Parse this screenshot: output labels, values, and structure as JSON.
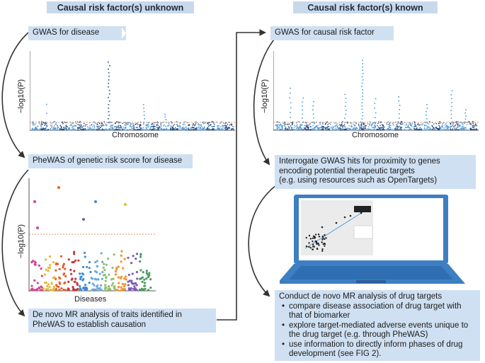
{
  "headers": {
    "left": "Causal risk factor(s) unknown",
    "right": "Causal risk factor(s) known"
  },
  "left": {
    "gwas_box": "GWAS for disease",
    "manhattan_xlabel": "Chromosome",
    "manhattan_ylabel": "−log10(P)",
    "phewas_box": "PheWAS of genetic risk score for disease",
    "phewas_xlabel": "Diseases",
    "phewas_ylabel": "−log10(P)",
    "mr_box_line1": "De novo MR analysis of traits identified in",
    "mr_box_line2": "PheWAS to establish causation"
  },
  "right": {
    "gwas_box": "GWAS for causal risk factor",
    "manhattan_xlabel": "Chromosome",
    "manhattan_ylabel": "−log10(P)",
    "interrogate_line1": "Interrogate GWAS hits for proximity to genes",
    "interrogate_line2": "encoding potential therapeutic targets",
    "interrogate_line3": "(e.g. using resources such as OpenTargets)",
    "conduct_title": "Conduct de novo MR analysis of drug targets",
    "bullets": [
      "compare disease association of drug target with that of biomarker",
      "explore target-mediated adverse events unique to the drug target (e.g. through PheWAS)",
      "use information to directly inform phases of drug development (see FIG 2)."
    ]
  },
  "colors": {
    "header_bg": "#c9d9ec",
    "box_bg": "#cfe0f2",
    "manhattan_dark": "#1f4e8c",
    "manhattan_light": "#4f98d6",
    "threshold": "#d9733a",
    "laptop": "#3d7fc2"
  }
}
